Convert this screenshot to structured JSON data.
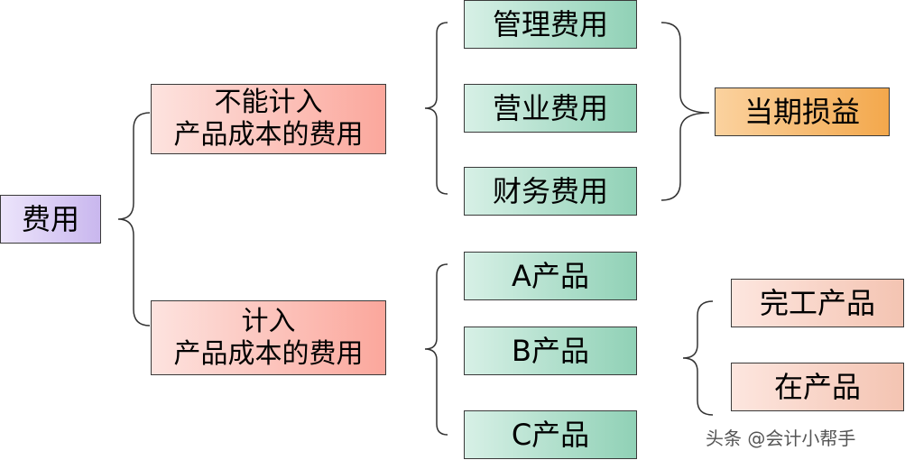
{
  "root": {
    "label": "费用"
  },
  "category_not_included": {
    "line1": "不能计入",
    "line2": "产品成本的费用"
  },
  "category_included": {
    "line1": "计入",
    "line2": "产品成本的费用"
  },
  "period_expenses": [
    "管理费用",
    "营业费用",
    "财务费用"
  ],
  "result_period": {
    "label": "当期损益"
  },
  "products": [
    "A产品",
    "B产品",
    "C产品"
  ],
  "product_states": [
    "完工产品",
    "在产品"
  ],
  "watermark": {
    "text": "头条 @会计小帮手"
  },
  "colors": {
    "root_fill": "#d9ccf5",
    "category_fill": "#fcc0b8",
    "item_fill": "#b4e0cd",
    "result_fill": "#f6bb72",
    "state_fill": "#f8d3c6",
    "brace_stroke": "#333333"
  }
}
